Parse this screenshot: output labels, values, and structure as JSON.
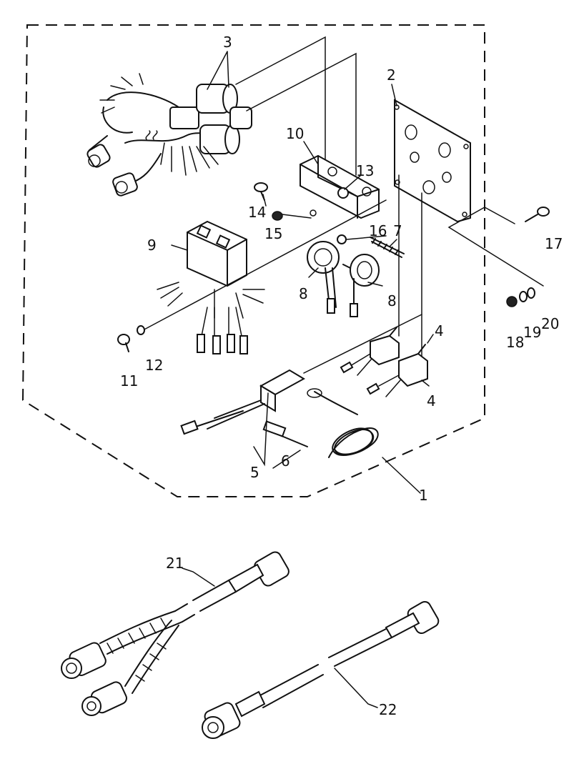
{
  "callouts": {
    "c1": "1",
    "c2": "2",
    "c3": "3",
    "c4a": "4",
    "c4b": "4",
    "c5": "5",
    "c6": "6",
    "c7": "7",
    "c8a": "8",
    "c8b": "8",
    "c9": "9",
    "c10": "10",
    "c11": "11",
    "c12": "12",
    "c13": "13",
    "c14": "14",
    "c15": "15",
    "c16": "16",
    "c17": "17",
    "c18": "18",
    "c19": "19",
    "c20": "20",
    "c21": "21",
    "c22": "22"
  }
}
